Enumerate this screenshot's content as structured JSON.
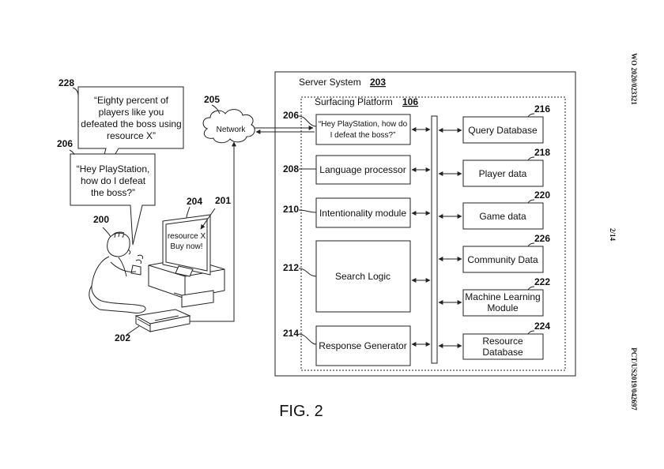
{
  "figure_caption": "FIG. 2",
  "side_text": {
    "top": "WO 2020/023321",
    "middle": "2/14",
    "bottom": "PCT/US2019/042697"
  },
  "server": {
    "title": "Server System",
    "num": "203"
  },
  "platform": {
    "title": "Surfacing Platform",
    "num": "106"
  },
  "network": {
    "label": "Network",
    "num": "205"
  },
  "left_modules": [
    {
      "num": "206",
      "lines": [
        "“Hey PlayStation, how do",
        "I defeat the boss?”"
      ]
    },
    {
      "num": "208",
      "lines": [
        "Language processor"
      ]
    },
    {
      "num": "210",
      "lines": [
        "Intentionality module"
      ]
    },
    {
      "num": "212",
      "lines": [
        "Search Logic"
      ]
    },
    {
      "num": "214",
      "lines": [
        "Response Generator"
      ]
    }
  ],
  "right_modules": [
    {
      "num": "216",
      "lines": [
        "Query Database"
      ]
    },
    {
      "num": "218",
      "lines": [
        "Player data"
      ]
    },
    {
      "num": "220",
      "lines": [
        "Game data"
      ]
    },
    {
      "num": "226",
      "lines": [
        "Community Data"
      ]
    },
    {
      "num": "222",
      "lines": [
        "Machine Learning",
        "Module"
      ]
    },
    {
      "num": "224",
      "lines": [
        "Resource",
        "Database"
      ]
    }
  ],
  "bubble_response": {
    "num": "228",
    "lines": [
      "“Eighty percent of",
      "players like you",
      "defeated the boss using",
      "resource X”"
    ]
  },
  "bubble_query": {
    "num": "206",
    "lines": [
      "“Hey PlayStation,",
      "how do I defeat",
      "the boss?”"
    ]
  },
  "screen": {
    "lines": [
      "resource X",
      "Buy now!"
    ],
    "num_display": "204",
    "num_item": "201"
  },
  "user_num": "200",
  "console_num": "202"
}
